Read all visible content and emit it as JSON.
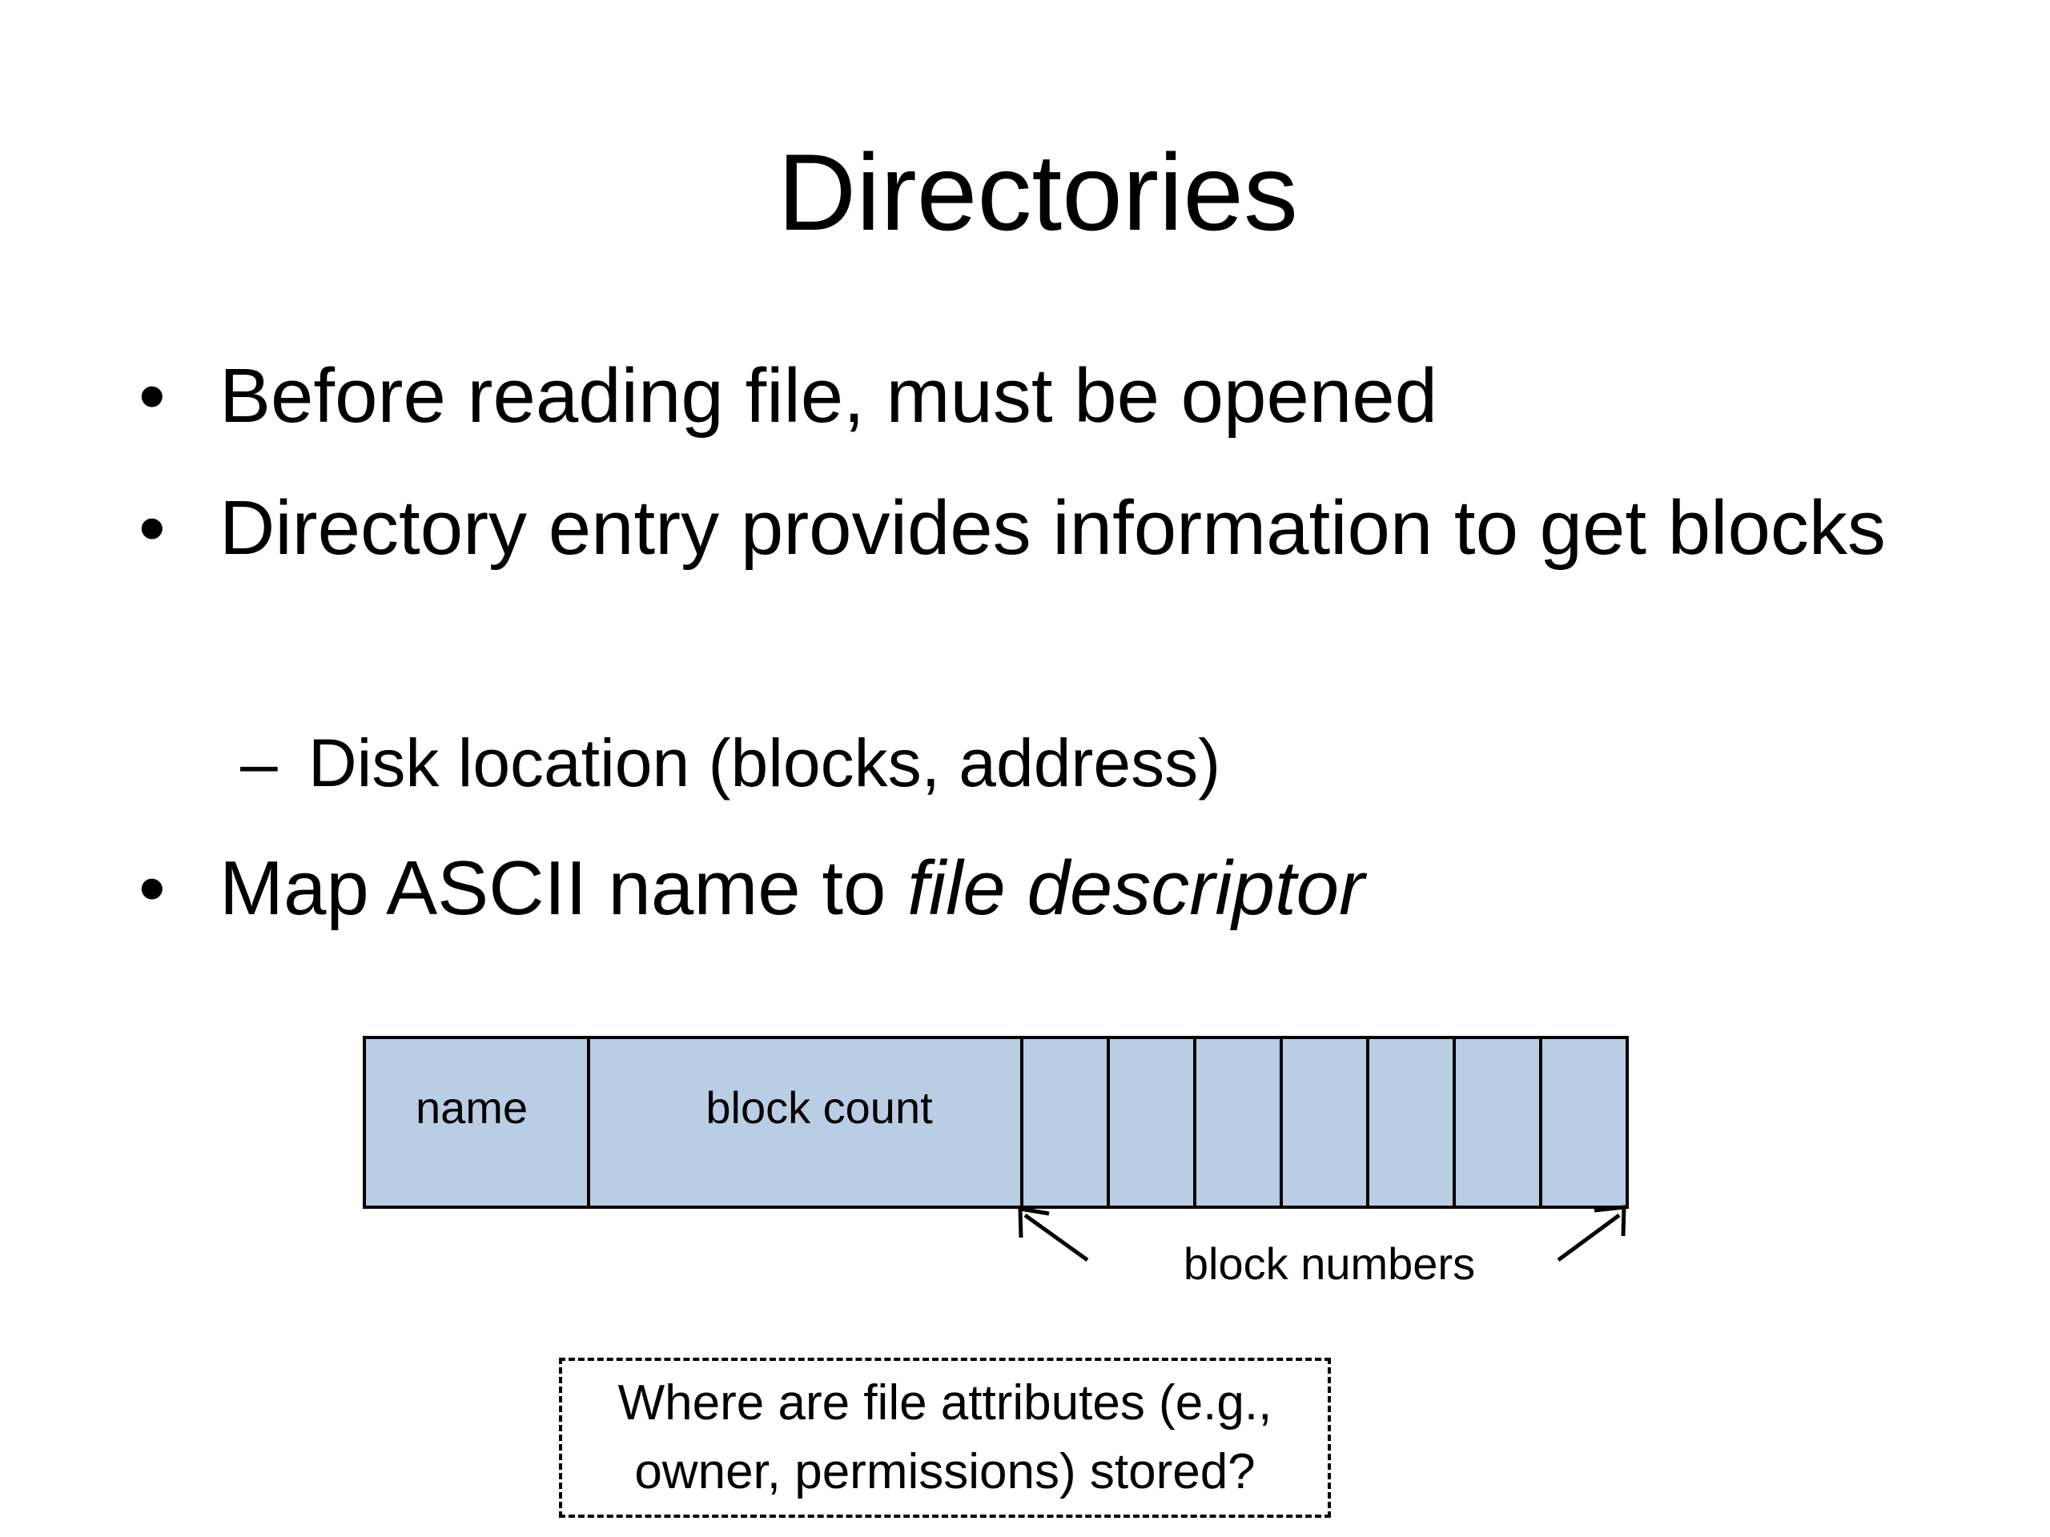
{
  "slide": {
    "title": "Directories",
    "bullets": [
      {
        "marker": "•",
        "text": "Before reading file, must be opened"
      },
      {
        "marker": "•",
        "text": "Directory entry provides information to get blocks"
      },
      {
        "marker": "–",
        "text": "Disk location (blocks, address)",
        "level": 2
      },
      {
        "marker": "•",
        "text_plain": "Map ASCII name to ",
        "text_italic": "file descriptor"
      }
    ],
    "diagram": {
      "cells": [
        "name",
        "block count",
        "",
        "",
        "",
        "",
        "",
        "",
        ""
      ],
      "fill_color": "#b9cde4",
      "stroke_color": "#000000",
      "block_numbers_label": "block numbers"
    },
    "note": {
      "line1": "Where are file attributes (e.g.,",
      "line2": "owner, permissions) stored?"
    }
  }
}
